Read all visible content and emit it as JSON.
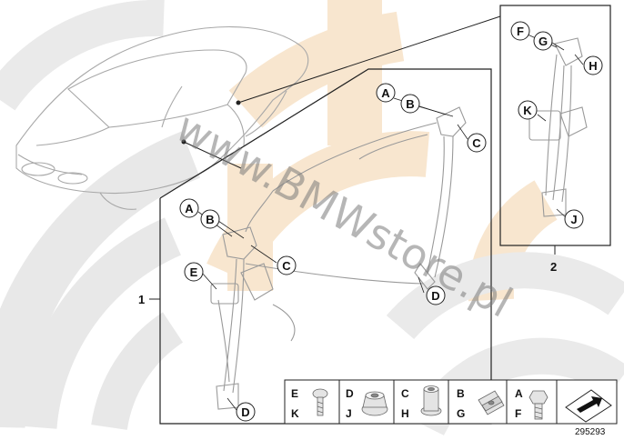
{
  "watermark": "www.BMWstore.pl",
  "assembly_labels": {
    "kit_1": "1",
    "kit_2": "2"
  },
  "callouts": {
    "kit1_front_A": "A",
    "kit1_front_B": "B",
    "kit1_front_C": "C",
    "kit1_front_D": "D",
    "kit1_rear_A": "A",
    "kit1_rear_B": "B",
    "kit1_rear_C": "C",
    "kit1_rear_E": "E",
    "kit1_rear_D": "D",
    "kit2_F": "F",
    "kit2_G": "G",
    "kit2_H": "H",
    "kit2_K": "K",
    "kit2_J": "J"
  },
  "legend": {
    "col1": {
      "top": "E",
      "bottom": "K",
      "icon": "screw-icon"
    },
    "col2": {
      "top": "D",
      "bottom": "J",
      "icon": "flange-nut-icon"
    },
    "col3": {
      "top": "C",
      "bottom": "H",
      "icon": "rivet-nut-icon"
    },
    "col4": {
      "top": "B",
      "bottom": "G",
      "icon": "clip-nut-icon"
    },
    "col5": {
      "top": "A",
      "bottom": "F",
      "icon": "bolt-icon"
    }
  },
  "diagram_number": "295293",
  "colors": {
    "watermark_orange": "#f8e6cf",
    "watermark_gray": "#e6e6e6",
    "line": "#222222",
    "part_outline": "#9a9a9a"
  }
}
